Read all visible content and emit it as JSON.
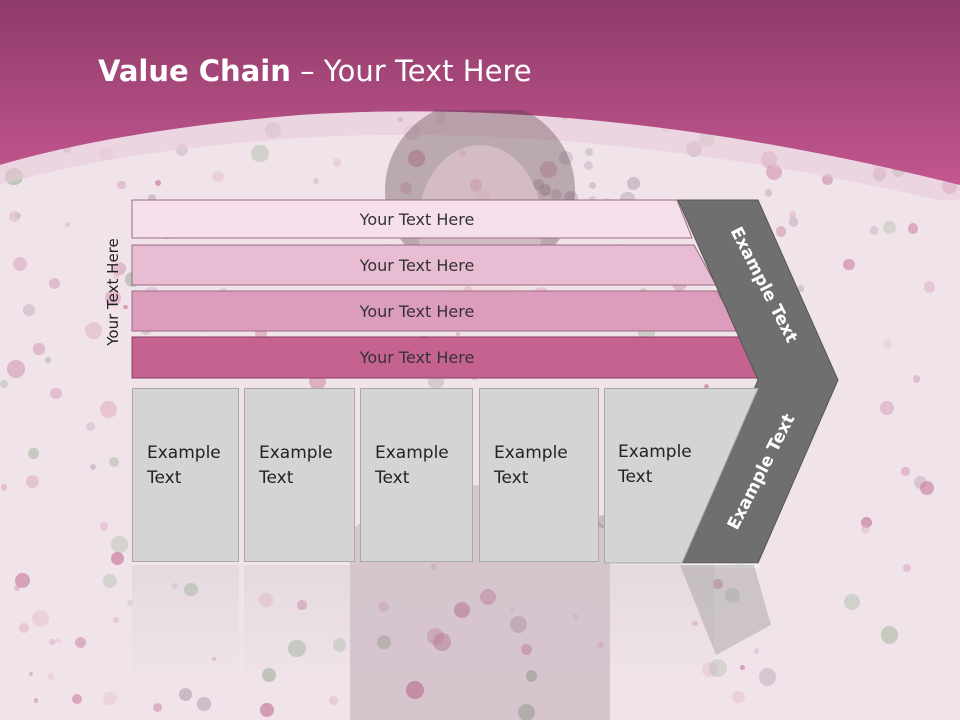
{
  "title": {
    "bold": "Value Chain",
    "rest": " – Your Text Here"
  },
  "side_label": "Your Text Here",
  "bars": [
    {
      "label": "Your Text Here",
      "color": "#f4dfea"
    },
    {
      "label": "Your Text Here",
      "color": "#e8bcd2"
    },
    {
      "label": "Your Text Here",
      "color": "#dc9dbc"
    },
    {
      "label": "Your Text Here",
      "color": "#c6628f"
    }
  ],
  "boxes": [
    {
      "label": "Example\nText"
    },
    {
      "label": "Example\nText"
    },
    {
      "label": "Example\nText"
    },
    {
      "label": "Example\nText"
    },
    {
      "label": "Example\nText"
    }
  ],
  "chevron": {
    "top_label": "Example Text",
    "bottom_label": "Example Text",
    "color": "#6f6f6f"
  },
  "colors": {
    "header": "#a8487c",
    "header_light": "#c45b93",
    "box": "#d4d4d4"
  }
}
